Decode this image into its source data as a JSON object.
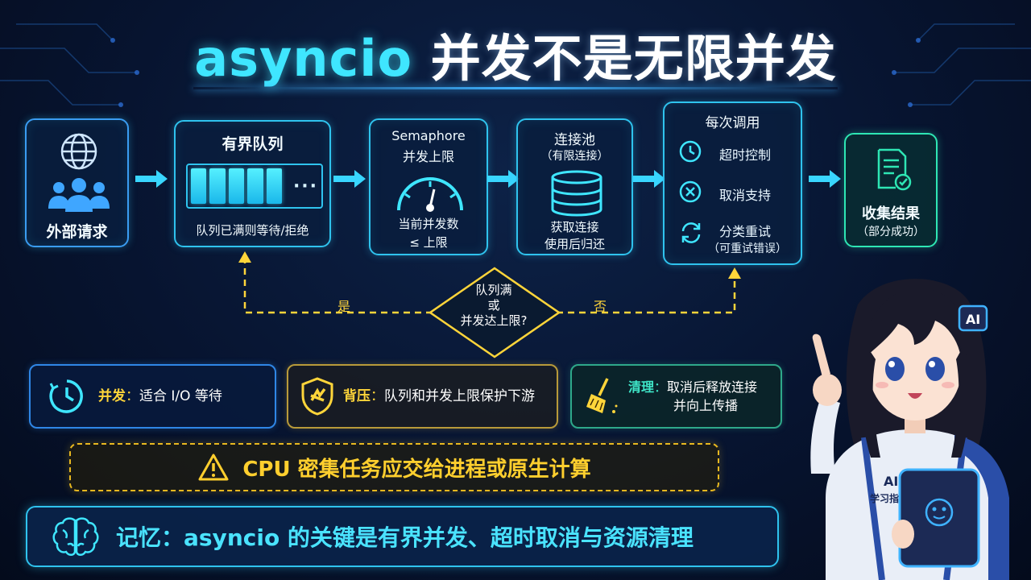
{
  "title": {
    "highlight": "asyncio",
    "rest": "并发不是无限并发"
  },
  "colors": {
    "accent_cyan": "#2fc3ee",
    "accent_green": "#2ee6b4",
    "warning_yellow": "#e8b820",
    "background": "#071430"
  },
  "flow": {
    "external": {
      "label": "外部请求",
      "icons": [
        "globe-icon",
        "users-icon"
      ]
    },
    "queue": {
      "title": "有界队列",
      "cells": 5,
      "desc": "队列已满则等待/拒绝"
    },
    "semaphore": {
      "title_line1": "Semaphore",
      "title_line2": "并发上限",
      "desc_line1": "当前并发数",
      "desc_line2": "≤ 上限",
      "icon": "gauge-icon"
    },
    "pool": {
      "title_line1": "连接池",
      "title_line2": "（有限连接）",
      "desc_line1": "获取连接",
      "desc_line2": "使用后归还",
      "icon": "database-icon"
    },
    "call": {
      "title": "每次调用",
      "items": [
        {
          "label": "超时控制",
          "icon": "clock-icon"
        },
        {
          "label": "取消支持",
          "icon": "cancel-icon"
        },
        {
          "label": "分类重试",
          "sub": "（可重试错误）",
          "icon": "retry-icon"
        }
      ]
    },
    "collect": {
      "title": "收集结果",
      "sub": "（部分成功）",
      "icon": "document-check-icon"
    }
  },
  "decision": {
    "line1": "队列满",
    "line2": "或",
    "line3": "并发达上限?",
    "yes": "是",
    "no": "否"
  },
  "notes": [
    {
      "key": "并发",
      "sep": "：",
      "text": "适合 I/O 等待",
      "icon": "clock-icon"
    },
    {
      "key": "背压",
      "sep": "：",
      "text": "队列和并发上限保护下游",
      "icon": "shield-icon"
    },
    {
      "key": "清理",
      "sep": "：",
      "text": "取消后释放连接",
      "text2": "并向上传播",
      "icon": "broom-icon"
    }
  ],
  "warning": {
    "text": "CPU 密集任务应交给进程或原生计算",
    "icon": "warning-icon"
  },
  "memory": {
    "text": "记忆：asyncio 的关键是有界并发、超时取消与资源清理",
    "icon": "brain-icon"
  },
  "mascot": {
    "badge": "AI",
    "shirt_line1": "AI",
    "shirt_line2": "学习指南"
  }
}
